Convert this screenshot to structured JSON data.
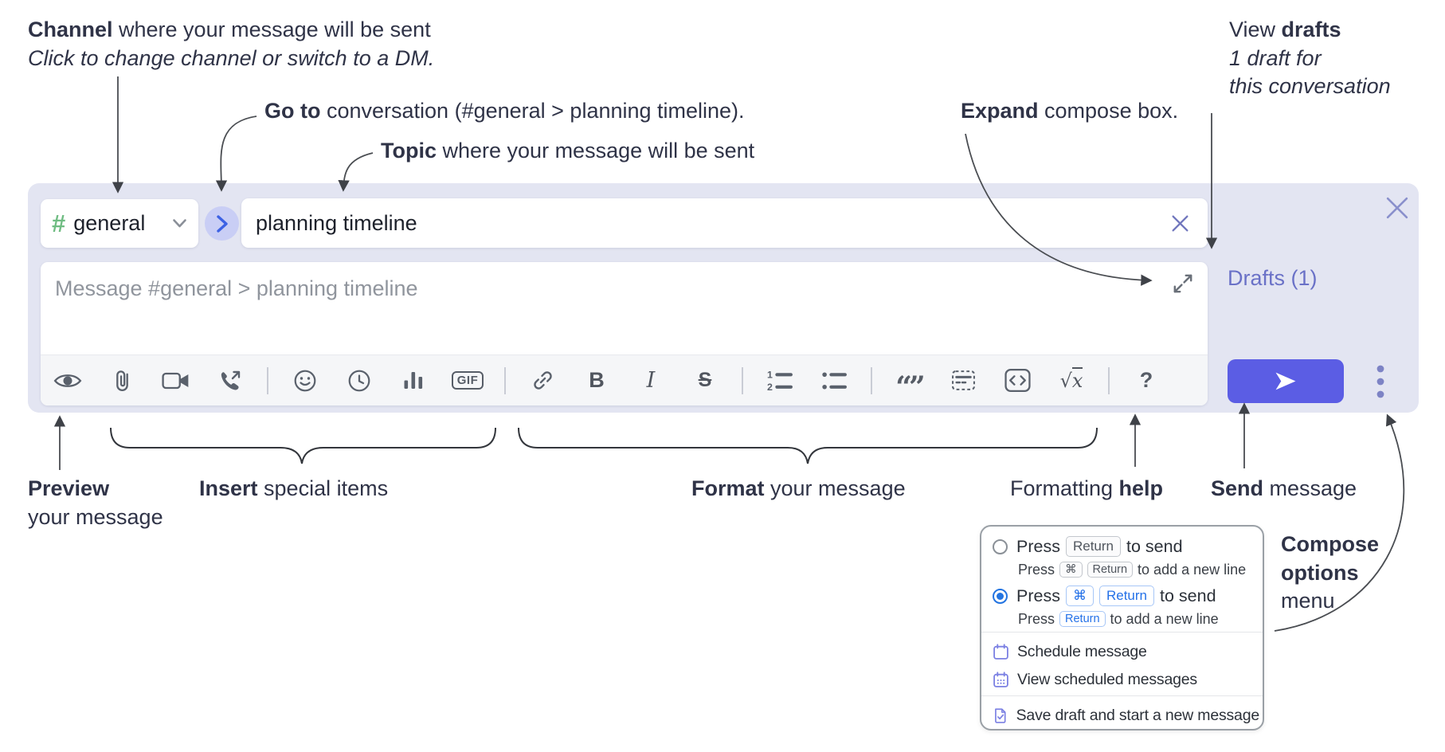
{
  "annotations": {
    "channel_line1_bold": "Channel",
    "channel_line1_rest": " where your message will be sent",
    "channel_line2": "Click to change channel or switch to a DM.",
    "goto_bold": "Go to",
    "goto_rest": " conversation (#general > planning timeline).",
    "topic_bold": "Topic",
    "topic_rest": " where your message will be sent",
    "expand_bold": "Expand",
    "expand_rest": " compose box.",
    "drafts_line1_pre": "View ",
    "drafts_line1_bold": "drafts",
    "drafts_line2": "1 draft for",
    "drafts_line3": "this conversation",
    "preview_bold": "Preview",
    "preview_line2": "your message",
    "insert_bold": "Insert",
    "insert_rest": " special items",
    "format_bold": "Format",
    "format_rest": " your message",
    "help_pre": "Formatting ",
    "help_bold": "help",
    "send_bold": "Send",
    "send_rest": " message",
    "compose_options_line1": "Compose",
    "compose_options_line2": "options",
    "compose_options_line3": "menu"
  },
  "compose": {
    "channel": {
      "hash": "#",
      "name": "general"
    },
    "topic_value": "planning timeline",
    "message_placeholder": "Message #general > planning timeline",
    "drafts_link": "Drafts (1)",
    "toolbar": {
      "gif": "GIF",
      "bold": "B",
      "italic": "I",
      "strike": "S",
      "quote": "“”",
      "math_root": "√",
      "math_var": "x",
      "help": "?"
    }
  },
  "menu": {
    "option_return": {
      "pre": "Press",
      "key": "Return",
      "post": "to send",
      "sub_pre": "Press",
      "sub_key1": "⌘",
      "sub_key2": "Return",
      "sub_post": "to add a new line"
    },
    "option_cmd_return": {
      "pre": "Press",
      "key1": "⌘",
      "key2": "Return",
      "post": "to send",
      "sub_pre": "Press",
      "sub_key": "Return",
      "sub_post": "to add a new line"
    },
    "schedule": "Schedule message",
    "view_scheduled": "View scheduled messages",
    "save_draft": "Save draft and start a new message"
  },
  "colors": {
    "compose_bg": "#e3e5f2",
    "send_button": "#5b5de4",
    "drafts_link": "#6a71c7",
    "hash_green": "#6fbc82",
    "kbd_blue": "#2471e8",
    "menu_icon_purple": "#7b80e3",
    "annotation_text": "#2f3347"
  }
}
